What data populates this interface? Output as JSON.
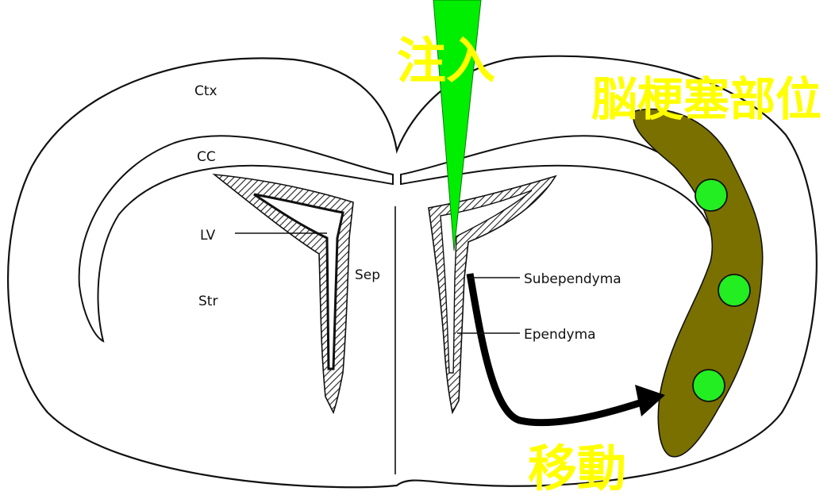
{
  "labels": {
    "ctx": "Ctx",
    "cc": "CC",
    "lv": "LV",
    "str": "Str",
    "sep": "Sep",
    "subependyma": "Subependyma",
    "ependyma": "Ependyma"
  },
  "annotations": {
    "injection": "注入",
    "infarct_site": "脳梗塞部位",
    "migration": "移動"
  },
  "colors": {
    "needle": "#00ee00",
    "infarct": "#7a7000",
    "cells": "#22ee22",
    "annotation_text": "#ffff00"
  }
}
